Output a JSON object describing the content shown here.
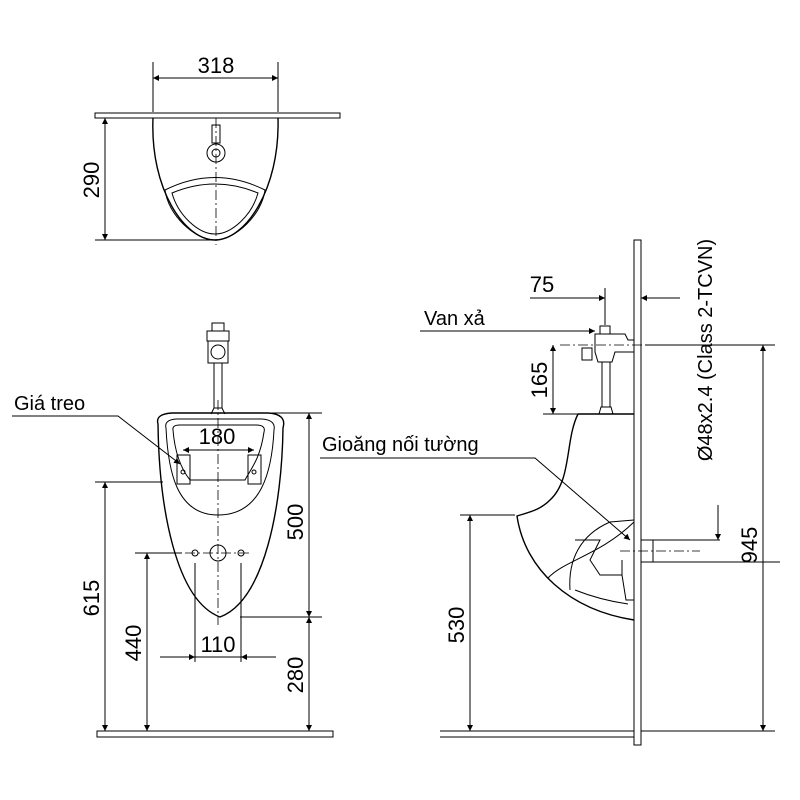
{
  "top_view": {
    "width_dim": "318",
    "depth_dim": "290"
  },
  "front_view": {
    "bracket_label": "Giá treo",
    "bracket_spacing_dim": "180",
    "body_height_dim": "500",
    "bracket_height_dim": "615",
    "outlet_height_dim": "440",
    "outlet_spacing_dim": "110",
    "bottom_height_dim": "280"
  },
  "side_view": {
    "valve_label": "Van xả",
    "valve_offset_dim": "75",
    "valve_height_dim": "165",
    "gasket_label": "Gioăng nối tường",
    "pipe_spec": "Ø48x2.4 (Class 2-TCVN)",
    "total_height_dim": "945",
    "rim_height_dim": "530"
  },
  "colors": {
    "line": "#000000",
    "background": "#ffffff"
  }
}
